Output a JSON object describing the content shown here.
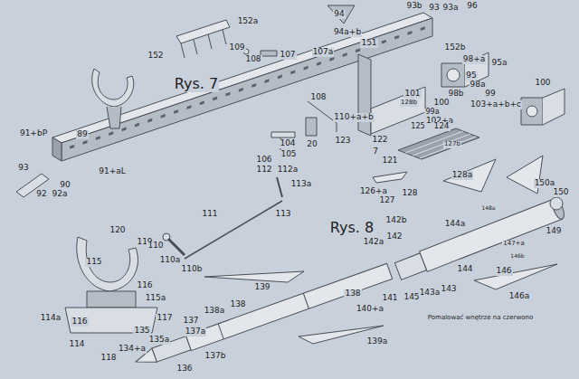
{
  "diagram": {
    "labels": [
      "93b",
      "93",
      "93a",
      "96",
      "94",
      "152a",
      "94a+b",
      "151",
      "152b",
      "109",
      "152",
      "108",
      "107",
      "107a",
      "98+a",
      "95a",
      "98b",
      "95",
      "Rys. 7",
      "98a",
      "100",
      "99",
      "100",
      "101",
      "108",
      "99a",
      "128b",
      "103+a+b+c",
      "102+a",
      "110+a+b",
      "125",
      "124",
      "91+bP",
      "89",
      "127b",
      "122",
      "20",
      "123",
      "104",
      "7",
      "121",
      "105",
      "106",
      "93",
      "112",
      "112a",
      "91+aL",
      "128a",
      "150a",
      "113a",
      "90",
      "126+a",
      "128",
      "150",
      "92",
      "92a",
      "127",
      "148a",
      "113",
      "111",
      "142b",
      "144a",
      "Rys. 8",
      "120",
      "149",
      "142",
      "142a",
      "119",
      "110",
      "147+a",
      "146b",
      "110a",
      "115",
      "110b",
      "144",
      "146",
      "116",
      "139",
      "143",
      "143a",
      "138",
      "145",
      "146a",
      "141",
      "115a",
      "138",
      "140+a",
      "138a",
      "Pomalować wnętrze na czerwono",
      "114a",
      "137",
      "116",
      "117",
      "135",
      "137a",
      "135a",
      "139a",
      "114",
      "134+a",
      "118",
      "137b",
      "136"
    ]
  }
}
